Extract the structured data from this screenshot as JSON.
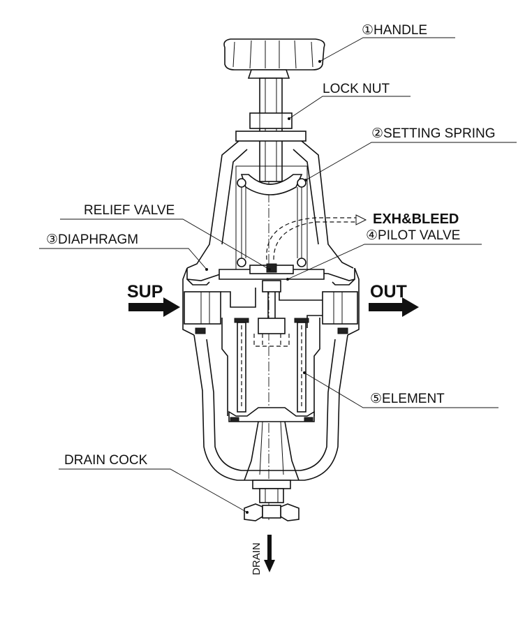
{
  "diagram": {
    "labels": {
      "handle": "①HANDLE",
      "lock_nut": "LOCK NUT",
      "setting_spring": "②SETTING SPRING",
      "exh_bleed": "EXH&BLEED",
      "relief_valve": "RELIEF VALVE",
      "pilot_valve": "④PILOT VALVE",
      "diaphragm": "③DIAPHRAGM",
      "sup": "SUP",
      "out": "OUT",
      "element": "⑤ELEMENT",
      "drain_cock": "DRAIN COCK",
      "drain": "DRAIN"
    }
  }
}
